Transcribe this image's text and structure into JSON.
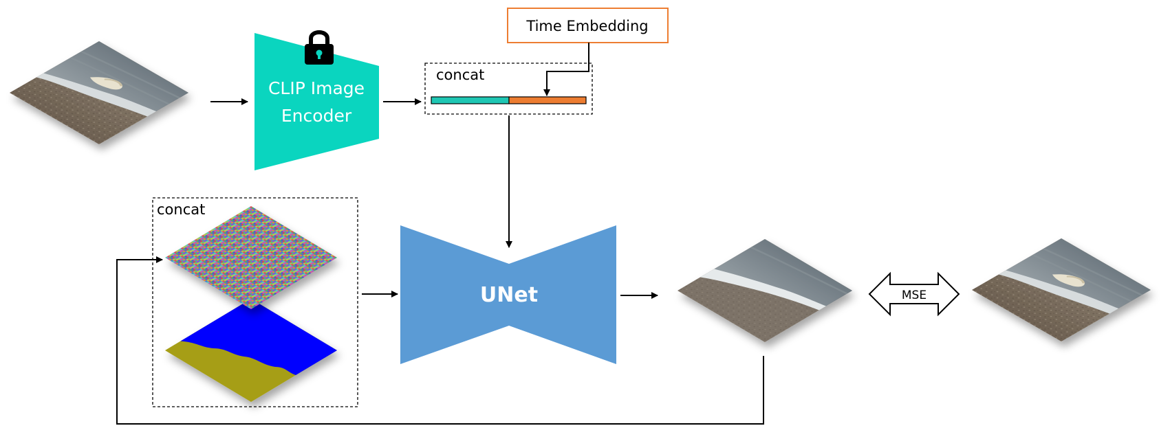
{
  "diagram": {
    "encoder_label_line1": "CLIP Image",
    "encoder_label_line2": "Encoder",
    "time_embedding_label": "Time Embedding",
    "concat_top_label": "concat",
    "concat_bottom_label": "concat",
    "unet_label": "UNet",
    "mse_label": "MSE",
    "icons": {
      "encoder_lock": "lock-icon"
    },
    "colors": {
      "encoder": "#0ad5bf",
      "unet": "#5b9bd5",
      "time_embedding_border": "#ed7d31",
      "embedding_clip": "#1fc7b4",
      "embedding_time": "#ed7d31",
      "mask_water": "#0000ff",
      "mask_sand": "#a69e14"
    }
  }
}
